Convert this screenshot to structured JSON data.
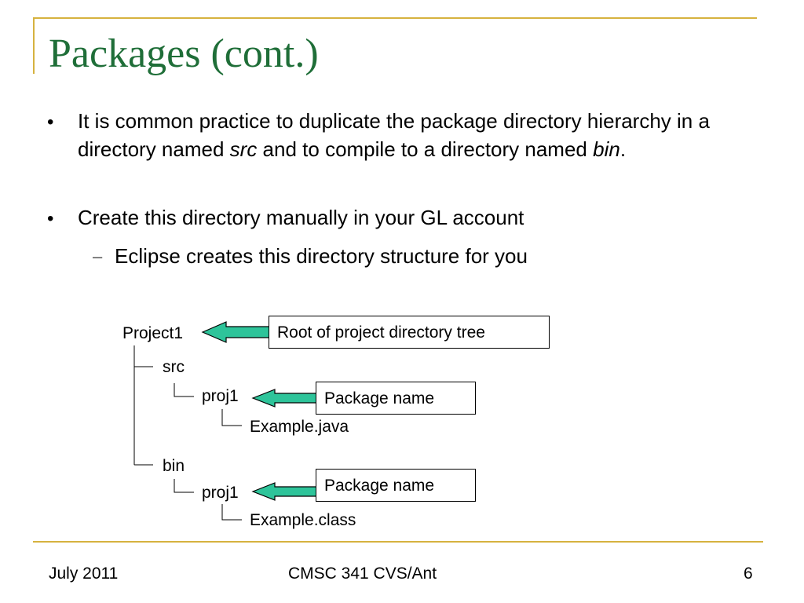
{
  "slide": {
    "title": "Packages (cont.)",
    "bullets": [
      {
        "parts": [
          "It is common practice to duplicate the package directory hierarchy in a directory named ",
          "src",
          " and to compile to a directory named ",
          "bin",
          "."
        ]
      },
      {
        "text": "Create this directory manually in your GL account",
        "sub": "Eclipse creates this directory structure for you"
      }
    ],
    "diagram": {
      "root": "Project1",
      "src": "src",
      "src_pkg": "proj1",
      "src_file": "Example.java",
      "bin": "bin",
      "bin_pkg": "proj1",
      "bin_file": "Example.class",
      "callout_root": "Root of project directory tree",
      "callout_pkg1": "Package name",
      "callout_pkg2": "Package name",
      "arrow_color": "#2ec49a"
    },
    "footer": {
      "date": "July 2011",
      "course": "CMSC 341 CVS/Ant",
      "page": "6"
    },
    "accent_color": "#d6b23f",
    "title_color": "#1f6e38"
  }
}
